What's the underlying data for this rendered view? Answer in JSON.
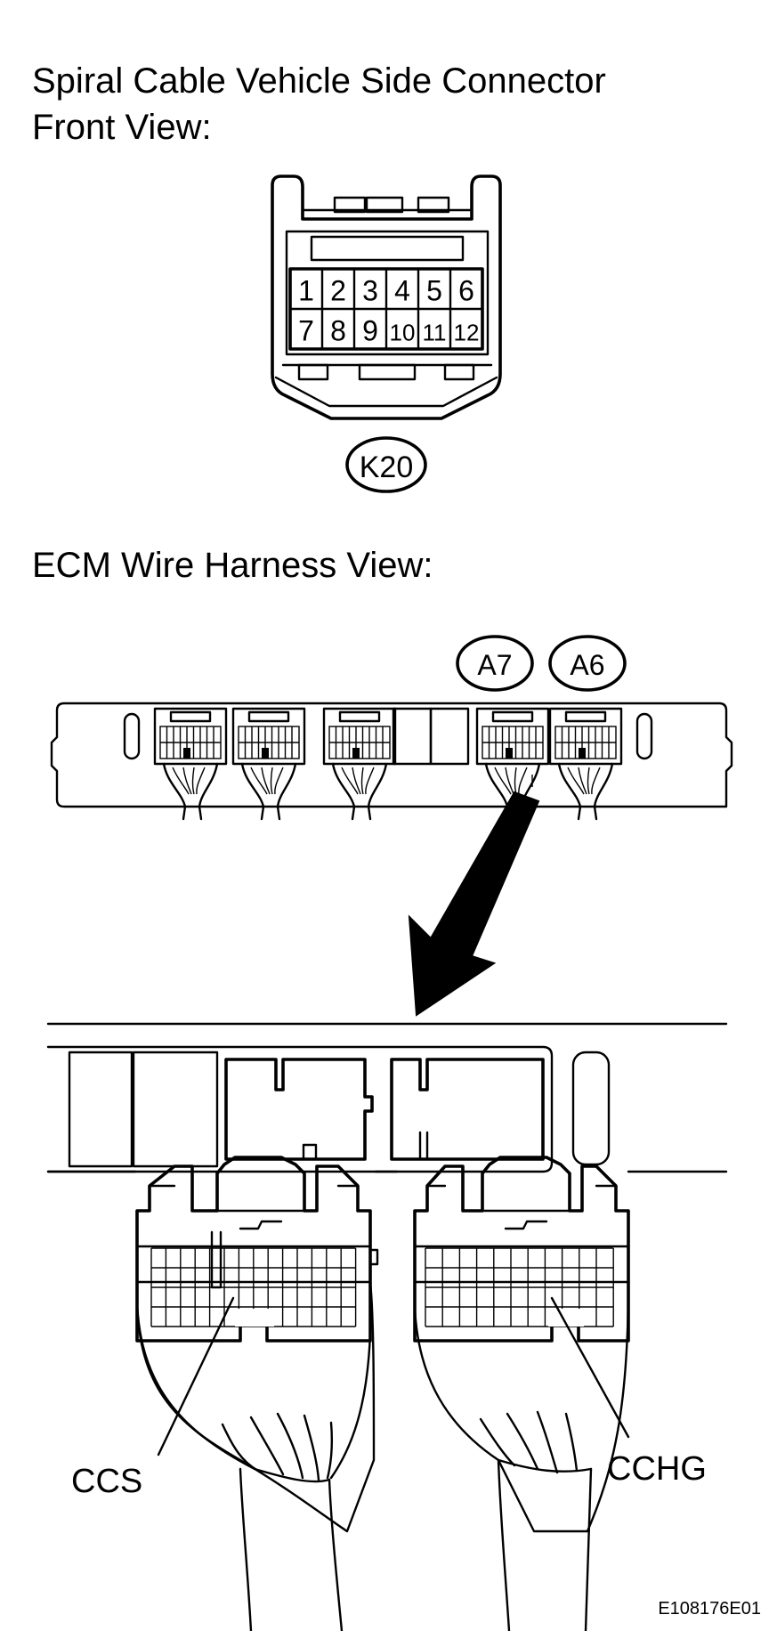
{
  "title_line1": "Spiral Cable Vehicle Side Connector",
  "title_line2": "Front View:",
  "k20": {
    "label": "K20",
    "pins": [
      "1",
      "2",
      "3",
      "4",
      "5",
      "6",
      "7",
      "8",
      "9",
      "10",
      "11",
      "12"
    ]
  },
  "ecm_title": "ECM Wire Harness View:",
  "ecm_connector_labels": {
    "a7": "A7",
    "a6": "A6"
  },
  "terminals": {
    "left": "CCS",
    "right": "CCHG"
  },
  "figure_id": "E108176E01"
}
